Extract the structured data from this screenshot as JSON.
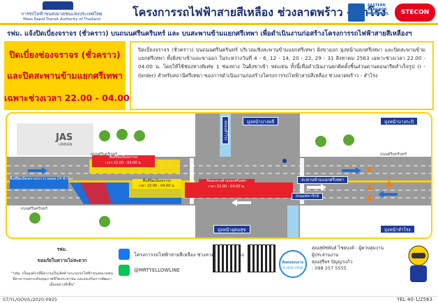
{
  "header": {
    "org_th": "การรถไฟฟ้าขนส่งมวลชนแห่งประเทศไทย",
    "org_en": "Mass Rapid Transit Authority of Thailand",
    "title": "โครงการรถไฟฟ้าสายสีเหลือง ช่วงลาดพร้าว - สำโรง",
    "partner1_line1": "EASTERN",
    "partner1_line2": "BANGKOK",
    "partner1_line3": "MONORAIL",
    "partner2": "STECON"
  },
  "subtitle": "รฟม. แจ้งปิดเบี่ยงจราจร (ชั่วคราว) บนถนนศรีนครินทร์ และ บนสะพานข้ามแยกศรีเทพา เพื่อดำเนินงานก่อสร้างโครงการรถไฟฟ้าสายสีเหลืองฯ",
  "left_box": {
    "line1": "ปิดเบี่ยงช่องจราจร (ชั่วคราว)",
    "line2": "และปิดสะพานข้ามแยกศรีเทพา",
    "line3": "เฉพาะช่วงเวลา 22.00 - 04.00 น."
  },
  "description": "ปิดเบี่ยงจราจร (ชั่วคราว) บนถนนศรีนครินทร์ บริเวณเชิงสะพานข้ามแยกศรีเทพา ฝั่งขาออก มุ่งหน้าแยกศรีเทพา และปิดสะพานข้ามแยกศรีเทพา ทั้งฝั่งขาเข้าและขาออก ในระหว่างวันที่ 4 - 6, 12 - 14, 20 - 22, 29 - 31 สิงหาคม 2563 เฉพาะช่วงเวลา 22.00 - 04.00 น. โดยให้ใช้ช่องทางพิเศษ 1 ช่องทาง ในฝั่งขาเข้า ทดแทน ทั้งนี้เพื่อดำเนินงานยกติดตั้งชิ้นส่วนคานคอนกรีตสำเร็จรูป (I - Girder) สำหรับสถานีศรีเทพา ของการดำเนินงานก่อสร้างโครงการรถไฟฟ้าสายสีเหลือง ช่วงลาดพร้าว - สำโรง",
  "map": {
    "sign_to_bangphli": "มุ่งหน้าบางพลี",
    "sign_to_bangkapi": "มุ่งหน้าบางกะปิ",
    "sign_to_udomsuk": "มุ่งหน้าอุดมสุข",
    "sign_to_samrong": "มุ่งหน้าสำโรง",
    "sign_bridge": "สะพานข้ามแยกศรีเทพา",
    "sign_theparak_road": "ถนนเทพารักษ์",
    "sign_canal": "คลองสำโรง",
    "jas_brand": "JAS",
    "jas_sub": "URBAN",
    "road_label": "ถนนศรีนครินทร์",
    "zone_closed_24h": "พื้นที่ปิดเบี่ยงจราจรถาวร ตลอด 24 ชั่วโมง",
    "zone_closed_night_top": "พื้นที่ปิดเบี่ยงจราจร",
    "zone_closed_night_top_time": "เวลา 22.00 - 04.00 น.",
    "zone_closed_night_mid": "พื้นที่ปิดเบี่ยงจราจร",
    "zone_closed_night_mid_time": "เวลา 22.00 - 04.00 น.",
    "bridge_closed": "ปิดสะพานข้ามแยกศรีเทพา",
    "bridge_closed_time": "เวลา 22.00 - 04.00 น.",
    "colors": {
      "closed_24h": "#1e6fd9",
      "closed_night_red": "#e8202a",
      "closed_night_yellow": "#ffe000",
      "sign_blue": "#1c3a99"
    }
  },
  "footer": {
    "issuer": "รฟม.",
    "issuer_line2": "ขออภัยในความไม่สะดวก",
    "slogan": "\"รฟม. เป็นองค์กรที่มีความเป็นเลิศด้านระบบรถไฟฟ้าขนส่งมวลชน ที่สามารถยกระดับคุณภาพชีวิตประชาชน และส่งเสริมการพัฒนาเมืองอย่างยั่งยืน\"",
    "facebook": "โครงการรถไฟฟ้าสายสีเหลือง ช่วงลาดพร้าว - สำโรง",
    "line": "@MRTYELLOWLINE",
    "badge_line1": "ติดต่อสอบถาม",
    "badge_line2": "0 2615 4918",
    "contact1_name": "คุณสุพัชพันธ์ ไชยบงค์ : ผู้ควบคุมงาน",
    "contact1_role": "ผู้ประสานงาน",
    "contact2_name": "คุณสุรีพร ปัญญาแก้ว",
    "contact2_phone": ": 098 257 5555",
    "code_left": "ST/YL/GOV/L/2020-0925",
    "code_right": "YEL 40-1/2563"
  }
}
